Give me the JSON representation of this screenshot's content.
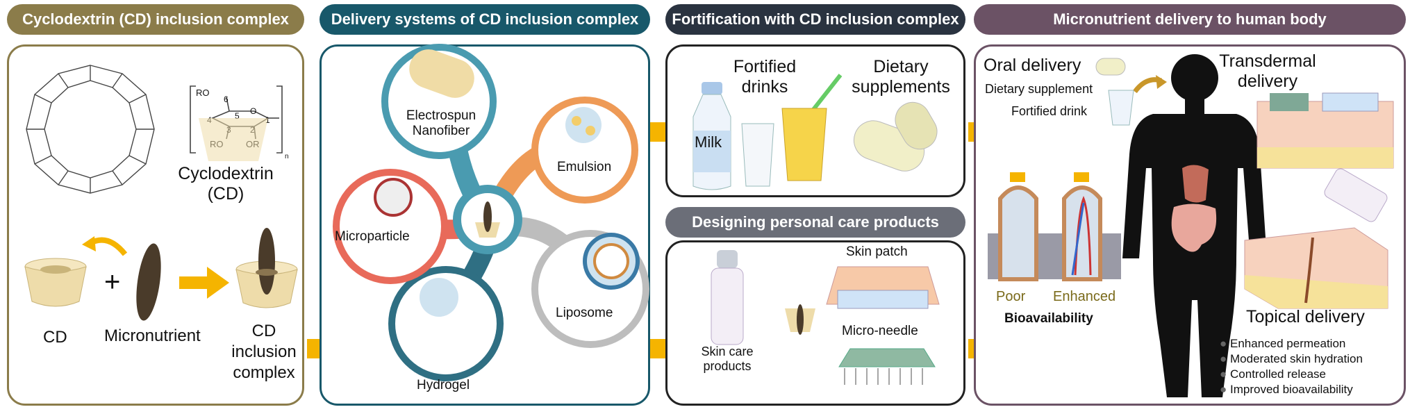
{
  "colors": {
    "panel1_header": "#8b7c4a",
    "panel2_header": "#18586a",
    "panel3_header": "#2a3340",
    "panel4_header": "#6b5265",
    "arrow": "#f5b400",
    "cd_beige": "#eedcaa",
    "micronutrient": "#4a3b2a",
    "electrospun": "#4a9bb0",
    "emulsion": "#ee9a56",
    "liposome": "#bdbdbd",
    "hydrogel": "#2f6f83",
    "microparticle": "#e86a5a"
  },
  "panels": {
    "p1": {
      "header": "Cyclodextrin (CD) inclusion complex",
      "cyclodextrin_line1": "Cyclodextrin",
      "cyclodextrin_line2": "(CD)",
      "cd": "CD",
      "plus": "+",
      "micronutrient": "Micronutrient",
      "complex_line1": "CD",
      "complex_line2": "inclusion",
      "complex_line3": "complex",
      "ring_ro_left": "RO",
      "ring_num_6": "6",
      "ring_num_4": "4",
      "ring_num_5": "5",
      "ring_num_3": "3",
      "ring_num_2": "2",
      "ring_num_1": "1",
      "ring_o": "O",
      "ring_ro_bottom": "RO",
      "ring_or": "OR",
      "ring_n": "n"
    },
    "p2": {
      "header": "Delivery systems of CD inclusion complex",
      "electrospun_line1": "Electrospun",
      "electrospun_line2": "Nanofiber",
      "emulsion": "Emulsion",
      "microparticle": "Microparticle",
      "liposome": "Liposome",
      "hydrogel": "Hydrogel"
    },
    "p3": {
      "header": "Fortification with CD inclusion complex",
      "fortified_line1": "Fortified",
      "fortified_line2": "drinks",
      "dietary_line1": "Dietary",
      "dietary_line2": "supplements",
      "milk": "Milk",
      "personal_header": "Designing personal care products",
      "skin_patch": "Skin patch",
      "micro_needle": "Micro-needle",
      "skin_care_line1": "Skin care",
      "skin_care_line2": "products"
    },
    "p4": {
      "header": "Micronutrient delivery to human body",
      "oral": "Oral delivery",
      "dietary_supplement": "Dietary supplement",
      "fortified_drink": "Fortified drink",
      "transdermal_line1": "Transdermal",
      "transdermal_line2": "delivery",
      "poor": "Poor",
      "enhanced": "Enhanced",
      "bioavailability": "Bioavailability",
      "topical": "Topical delivery",
      "bullets": [
        "Enhanced permeation",
        "Moderated skin hydration",
        "Controlled release",
        "Improved bioavailability"
      ]
    }
  }
}
